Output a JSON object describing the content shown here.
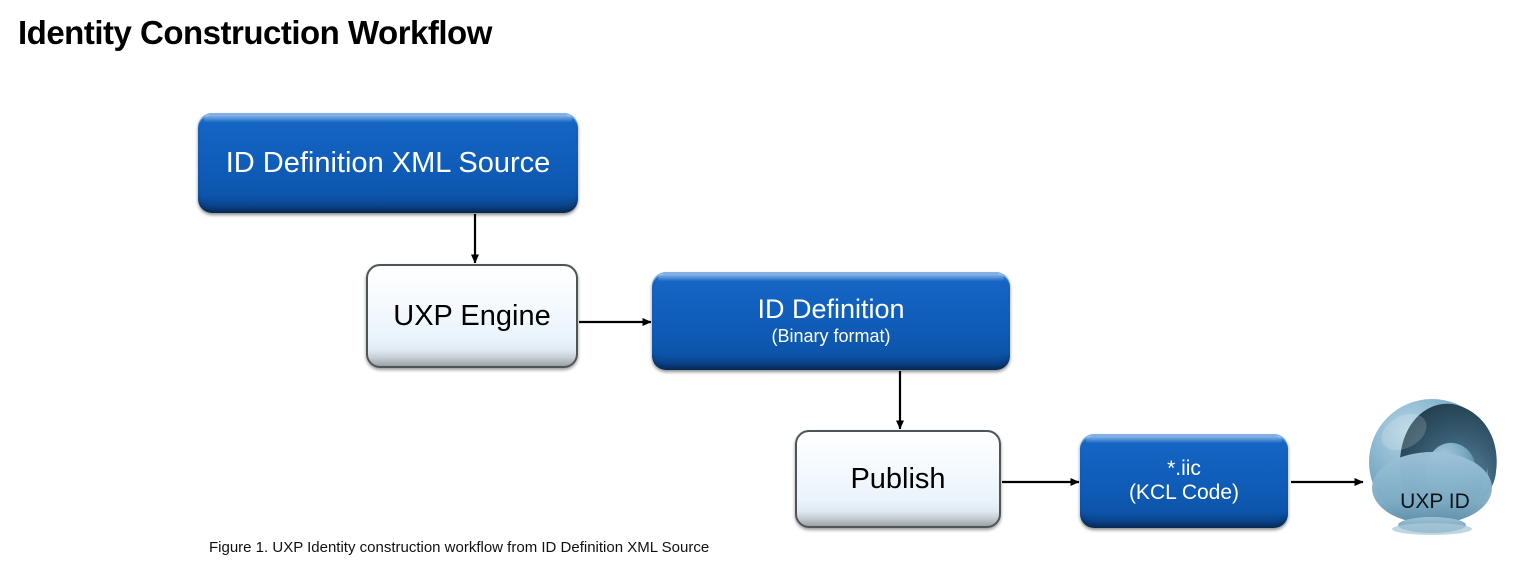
{
  "title": "Identity Construction Workflow",
  "caption": "Figure 1. UXP Identity construction workflow from ID Definition XML Source",
  "colors": {
    "blue_node": "#0F5CB8",
    "blue_node_highlight": "#2F7FD6",
    "blue_node_shadow": "#0A3F80",
    "light_node": "#EAF4FC",
    "light_node_border": "#4E5559",
    "arrow": "#000000",
    "sphere": "#7FAFCC",
    "sphere_dark": "#2B4A5C",
    "title_text": "#000000",
    "blue_node_text": "#FFFFFF",
    "light_node_text": "#000000"
  },
  "nodes": [
    {
      "id": "xml-source",
      "style": "blue",
      "label": "ID Definition XML Source",
      "sublabel": ""
    },
    {
      "id": "uxp-engine",
      "style": "light",
      "label": "UXP Engine",
      "sublabel": ""
    },
    {
      "id": "id-definition",
      "style": "blue",
      "label": "ID Definition",
      "sublabel": "(Binary format)"
    },
    {
      "id": "publish",
      "style": "light",
      "label": "Publish",
      "sublabel": ""
    },
    {
      "id": "iic",
      "style": "blue",
      "label": "*.iic",
      "sublabel": "(KCL Code)"
    },
    {
      "id": "uxp-id",
      "style": "sphere-icon",
      "label": "UXP ID",
      "sublabel": ""
    }
  ],
  "connections": [
    {
      "from": "xml-source",
      "to": "uxp-engine",
      "direction": "down"
    },
    {
      "from": "uxp-engine",
      "to": "id-definition",
      "direction": "right"
    },
    {
      "from": "id-definition",
      "to": "publish",
      "direction": "down"
    },
    {
      "from": "publish",
      "to": "iic",
      "direction": "right"
    },
    {
      "from": "iic",
      "to": "uxp-id",
      "direction": "right"
    }
  ]
}
